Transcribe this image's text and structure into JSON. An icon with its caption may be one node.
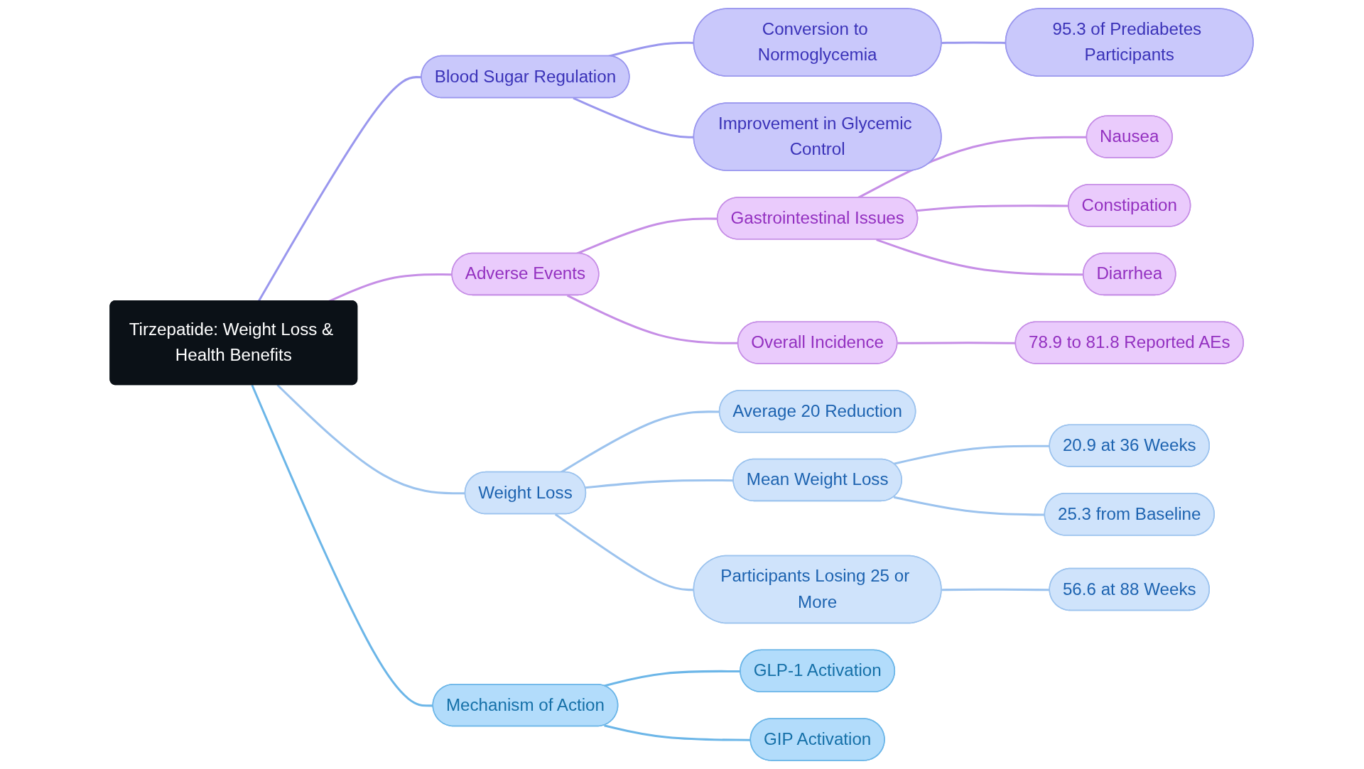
{
  "diagram": {
    "nodes": [
      {
        "text": [
          "Tirzepatide: Weight Loss & Health Benefits"
        ]
      },
      {
        "text": [
          "Blood Sugar Regulation"
        ]
      },
      {
        "text": [
          "Conversion to Normoglycemia"
        ]
      },
      {
        "text": [
          "95.3 of Prediabetes Participants"
        ]
      },
      {
        "text": [
          "Improvement in Glycemic Control"
        ]
      },
      {
        "text": [
          "Adverse Events"
        ]
      },
      {
        "text": [
          "Gastrointestinal Issues"
        ]
      },
      {
        "text": [
          "Nausea"
        ]
      },
      {
        "text": [
          "Constipation"
        ]
      },
      {
        "text": [
          "Diarrhea"
        ]
      },
      {
        "text": [
          "Overall Incidence"
        ]
      },
      {
        "text": [
          "78.9 to 81.8 Reported AEs"
        ]
      },
      {
        "text": [
          "Weight Loss"
        ]
      },
      {
        "text": [
          "Average 20 Reduction"
        ]
      },
      {
        "text": [
          "Mean Weight Loss"
        ]
      },
      {
        "text": [
          "20.9 at 36 Weeks"
        ]
      },
      {
        "text": [
          "25.3 from Baseline"
        ]
      },
      {
        "text": [
          "Participants Losing 25 or More"
        ]
      },
      {
        "text": [
          "56.6 at 88 Weeks"
        ]
      },
      {
        "text": [
          "Mechanism of Action"
        ]
      },
      {
        "text": [
          "GLP-1 Activation"
        ]
      },
      {
        "text": [
          "GIP Activation"
        ]
      }
    ],
    "edges": [
      {
        "from": 0,
        "to": 1,
        "arrow": "none",
        "color": "#9a97ee"
      },
      {
        "from": 1,
        "to": 2,
        "arrow": "none",
        "color": "#9a97ee"
      },
      {
        "from": 2,
        "to": 3,
        "arrow": "none",
        "color": "#9a97ee"
      },
      {
        "from": 1,
        "to": 4,
        "arrow": "none",
        "color": "#9a97ee"
      },
      {
        "from": 0,
        "to": 5,
        "arrow": "none",
        "color": "#c68ee6"
      },
      {
        "from": 5,
        "to": 6,
        "arrow": "none",
        "color": "#c68ee6"
      },
      {
        "from": 6,
        "to": 7,
        "arrow": "none",
        "color": "#c68ee6"
      },
      {
        "from": 6,
        "to": 8,
        "arrow": "none",
        "color": "#c68ee6"
      },
      {
        "from": 6,
        "to": 9,
        "arrow": "none",
        "color": "#c68ee6"
      },
      {
        "from": 5,
        "to": 10,
        "arrow": "none",
        "color": "#c68ee6"
      },
      {
        "from": 10,
        "to": 11,
        "arrow": "none",
        "color": "#c68ee6"
      },
      {
        "from": 0,
        "to": 12,
        "arrow": "none",
        "color": "#9cc3ee"
      },
      {
        "from": 12,
        "to": 13,
        "arrow": "none",
        "color": "#9cc3ee"
      },
      {
        "from": 12,
        "to": 14,
        "arrow": "none",
        "color": "#9cc3ee"
      },
      {
        "from": 14,
        "to": 15,
        "arrow": "none",
        "color": "#9cc3ee"
      },
      {
        "from": 14,
        "to": 16,
        "arrow": "none",
        "color": "#9cc3ee"
      },
      {
        "from": 12,
        "to": 17,
        "arrow": "none",
        "color": "#9cc3ee"
      },
      {
        "from": 17,
        "to": 18,
        "arrow": "none",
        "color": "#9cc3ee"
      },
      {
        "from": 0,
        "to": 19,
        "arrow": "none",
        "color": "#6cb6e8"
      },
      {
        "from": 19,
        "to": 20,
        "arrow": "none",
        "color": "#6cb6e8"
      },
      {
        "from": 19,
        "to": 21,
        "arrow": "none",
        "color": "#6cb6e8"
      }
    ]
  }
}
